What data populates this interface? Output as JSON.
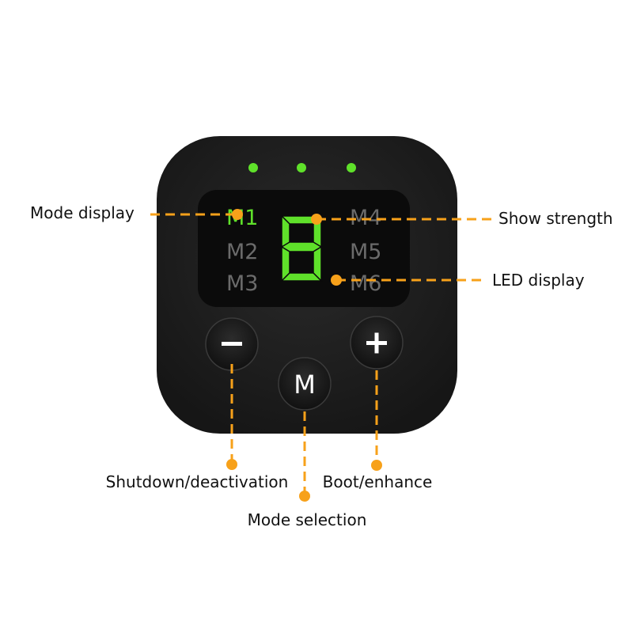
{
  "device": {
    "modes": [
      "M1",
      "M2",
      "M3",
      "M4",
      "M5",
      "M6"
    ],
    "active_mode": "M1",
    "strength_digit": "8",
    "indicator_leds": 3,
    "buttons": {
      "minus": "−",
      "mode": "M",
      "plus": "+"
    }
  },
  "callouts": {
    "mode_display": "Mode display",
    "show_strength": "Show strength",
    "led_display": "LED display",
    "shutdown": "Shutdown/deactivation",
    "mode_selection": "Mode selection",
    "boot": "Boot/enhance"
  },
  "colors": {
    "accent": "#f7a11a",
    "led_green": "#5fe12a",
    "body": "#1e1e1e"
  }
}
